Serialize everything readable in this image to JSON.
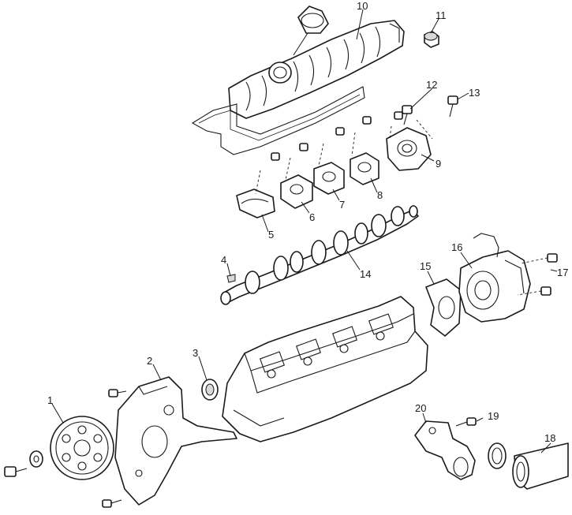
{
  "callouts": {
    "n1": "1",
    "n2": "2",
    "n3": "3",
    "n4": "4",
    "n5": "5",
    "n6": "6",
    "n7": "7",
    "n8": "8",
    "n9": "9",
    "n10": "10",
    "n11": "11",
    "n12": "12",
    "n13": "13",
    "n14": "14",
    "n15": "15",
    "n16": "16",
    "n17": "17",
    "n18": "18",
    "n19": "19",
    "n20": "20"
  },
  "colors": {
    "line": "#1a1a1a",
    "background": "#ffffff",
    "shade": "#d9d9d9"
  }
}
